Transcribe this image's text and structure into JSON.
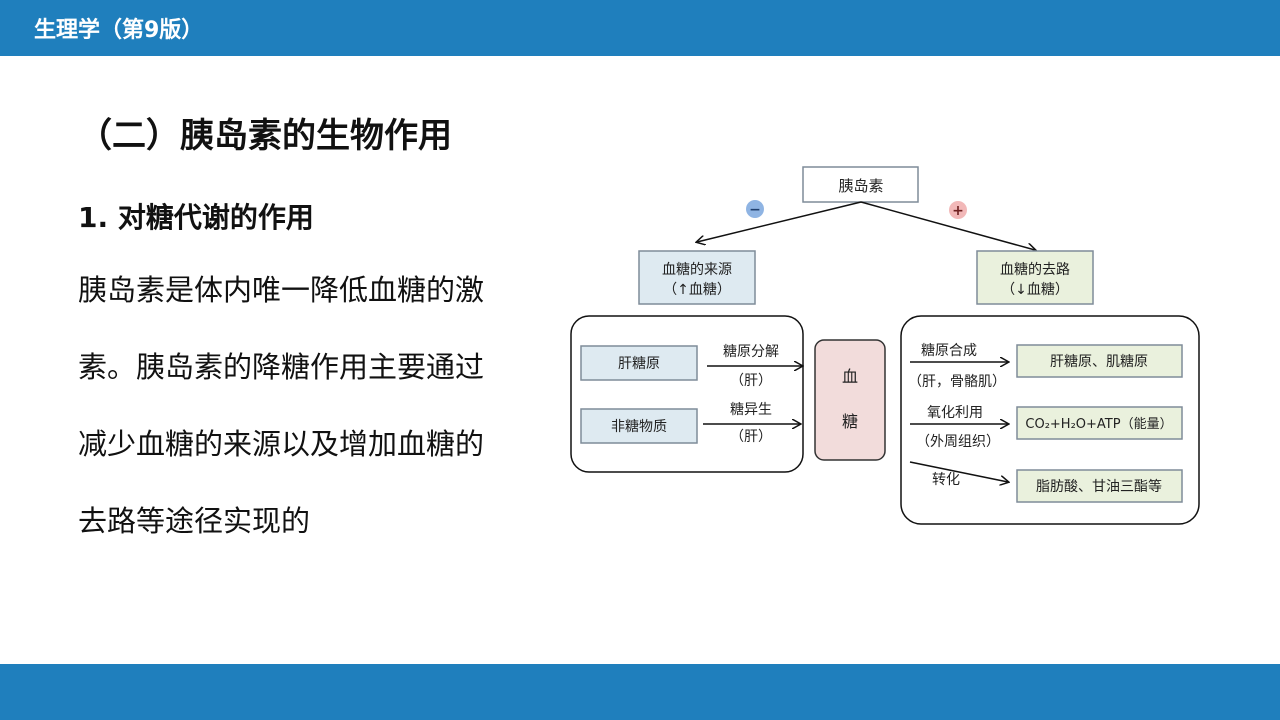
{
  "header": {
    "title": "生理学（第9版）"
  },
  "slide": {
    "title": "（二）胰岛素的生物作用",
    "subheading": "1. 对糖代谢的作用",
    "body_lines": [
      "胰岛素是体内唯一降低血糖的激",
      "素。胰岛素的降糖作用主要通过",
      "减少血糖的来源以及增加血糖的",
      "去路等途径实现的"
    ]
  },
  "diagram": {
    "root": "胰岛素",
    "minus_sign": "−",
    "plus_sign": "+",
    "source": {
      "line1": "血糖的来源",
      "line2": "（↑血糖）"
    },
    "sink": {
      "line1": "血糖的去路",
      "line2": "（↓血糖）"
    },
    "left_inputs": [
      {
        "box": "肝糖原",
        "arrow_top": "糖原分解",
        "arrow_bottom": "（肝）"
      },
      {
        "box": "非糖物质",
        "arrow_top": "糖异生",
        "arrow_bottom": "（肝）"
      }
    ],
    "center": {
      "char1": "血",
      "char2": "糖"
    },
    "right_outputs": [
      {
        "box": "肝糖原、肌糖原",
        "arrow_top": "糖原合成",
        "arrow_bottom": "（肝，骨骼肌）"
      },
      {
        "box": "CO₂+H₂O+ATP（能量）",
        "arrow_top": "氧化利用",
        "arrow_bottom": "（外周组织）"
      },
      {
        "box": "脂肪酸、甘油三酯等",
        "arrow_top": "转化",
        "arrow_bottom": ""
      }
    ],
    "colors": {
      "header_bar": "#1f7fbd",
      "blue_box": "#deeaf1",
      "green_box": "#eaf1dd",
      "pink_box": "#f2dcdb",
      "minus_circle": "#8fb4e3",
      "plus_circle": "#f2b8b8"
    }
  }
}
